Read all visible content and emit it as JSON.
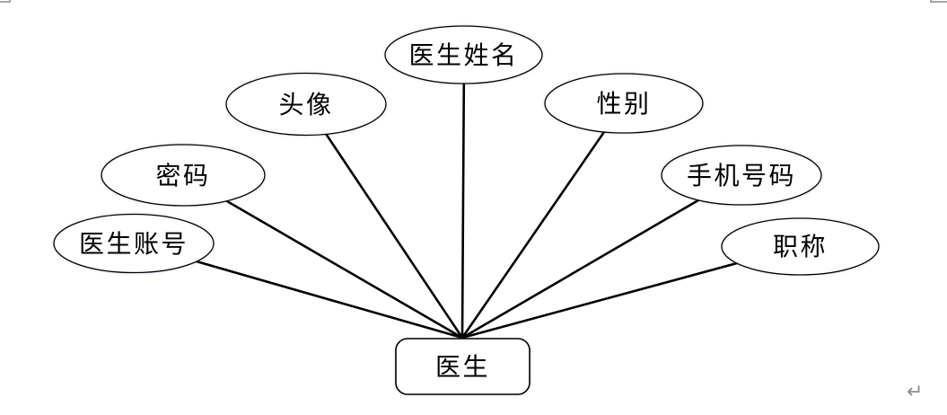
{
  "page": {
    "background": "#ffffff",
    "paragraph_mark": "↵"
  },
  "diagram": {
    "type": "er-diagram",
    "entity": {
      "label": "医生"
    },
    "attributes": [
      {
        "label": "医生账号"
      },
      {
        "label": "密码"
      },
      {
        "label": "头像"
      },
      {
        "label": "医生姓名"
      },
      {
        "label": "性别"
      },
      {
        "label": "手机号码"
      },
      {
        "label": "职称"
      }
    ],
    "colors": {
      "shape_stroke": "#000000",
      "shape_fill": "#ffffff",
      "connector": "#000000",
      "text": "#000000",
      "page_marks": "#8c8c8c"
    }
  }
}
